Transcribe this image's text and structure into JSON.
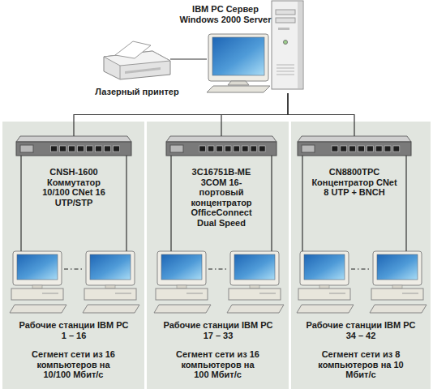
{
  "diagram": {
    "nodes": [
      {
        "text": [
          "IBM PC Сервер Windows 2000 Server"
        ]
      },
      {
        "text": [
          "Лазерный принтер"
        ]
      },
      {
        "text": [
          "Сегмент сети из 16 компьютеров на 10/100 Мбит/с"
        ]
      },
      {
        "text": [
          "CNSH-1600 Коммутатор 10/100 CNet 16 UTP/STP"
        ],
        "in": 2
      },
      {
        "text": [
          "Рабочие станции IBM PC 1 – 16"
        ],
        "in": 2
      },
      {
        "text": [
          "Сегмент сети из 16 компьютеров на 100 Мбит/с"
        ]
      },
      {
        "text": [
          "3C16751B-ME 3COM 16-портовый концентратор OfficeConnect Dual Speed"
        ],
        "in": 5
      },
      {
        "text": [
          "Рабочие станции IBM PC 17 – 33"
        ],
        "in": 5
      },
      {
        "text": [
          "Сегмент сети из 8 компьютеров на 10 Мбит/с"
        ]
      },
      {
        "text": [
          "CN8800TPC Концентратор CNet 8 UTP + BNCH"
        ],
        "in": 8
      },
      {
        "text": [
          "Рабочие станции IBM PC 34 – 42"
        ],
        "in": 8
      }
    ],
    "edges": [
      {
        "from": 0,
        "to": 1,
        "arrow": "none"
      },
      {
        "from": 0,
        "to": 3,
        "arrow": "none"
      },
      {
        "from": 0,
        "to": 6,
        "arrow": "none"
      },
      {
        "from": 0,
        "to": 9,
        "arrow": "none"
      },
      {
        "from": 3,
        "to": 4,
        "arrow": "none"
      },
      {
        "from": 6,
        "to": 7,
        "arrow": "none"
      },
      {
        "from": 9,
        "to": 10,
        "arrow": "none"
      }
    ]
  }
}
